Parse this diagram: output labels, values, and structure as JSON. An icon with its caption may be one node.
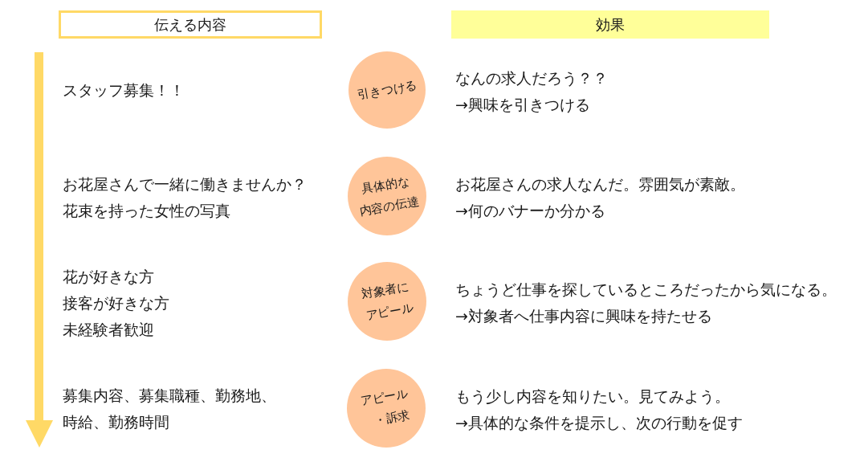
{
  "diagram": {
    "nodes": [
      {
        "text": [
          "伝える内容"
        ]
      },
      {
        "text": [
          "効果"
        ]
      },
      {
        "text": [
          "引きつける"
        ]
      },
      {
        "text": [
          "具体的な内容の伝達"
        ]
      },
      {
        "text": [
          "対象者にアピール"
        ]
      },
      {
        "text": [
          "アピール・訴求"
        ]
      }
    ],
    "labels": [
      "スタッフ募集！！",
      "なんの求人だろう？？",
      "→興味を引きつける",
      "お花屋さんで一緒に働きませんか？",
      "花束を持った女性の写真",
      "お花屋さんの求人なんだ。雰囲気が素敵。",
      "→何のバナーか分かる",
      "花が好きな方",
      "接客が好きな方",
      "未経験者歓迎",
      "ちょうど仕事を探しているところだったから気になる。",
      "→対象者へ仕事内容に興味を持たせる",
      "募集内容、募集職種、勤務地、時給、勤務時間",
      "もう少し内容を知りたい。見てみよう。",
      "→具体的な条件を提示し、次の行動を促す"
    ]
  }
}
